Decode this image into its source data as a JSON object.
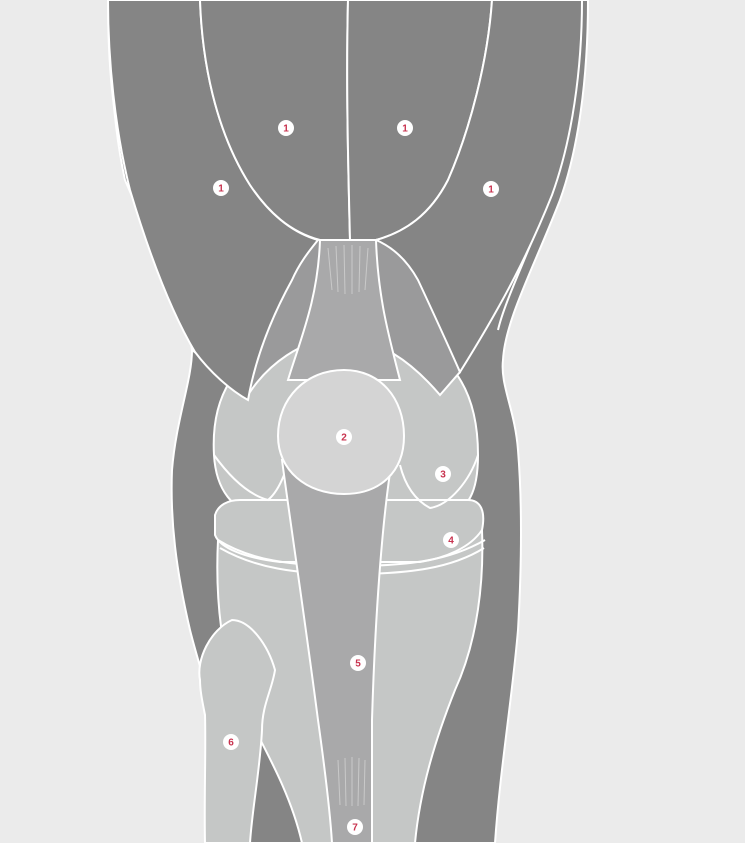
{
  "diagram": {
    "colors": {
      "background": "#ebebeb",
      "muscle": "#858585",
      "tendon": "#a9a9aa",
      "bone": "#c5c7c6",
      "patella": "#d4d4d4",
      "outline": "#ffffff",
      "marker_fill": "#ffffff",
      "marker_text": "#c8334f"
    },
    "markers": [
      {
        "id": "m1a",
        "label": "1"
      },
      {
        "id": "m1b",
        "label": "1"
      },
      {
        "id": "m1c",
        "label": "1"
      },
      {
        "id": "m1d",
        "label": "1"
      },
      {
        "id": "m2",
        "label": "2"
      },
      {
        "id": "m3",
        "label": "3"
      },
      {
        "id": "m4",
        "label": "4"
      },
      {
        "id": "m5",
        "label": "5"
      },
      {
        "id": "m6",
        "label": "6"
      },
      {
        "id": "m7",
        "label": "7"
      }
    ]
  }
}
